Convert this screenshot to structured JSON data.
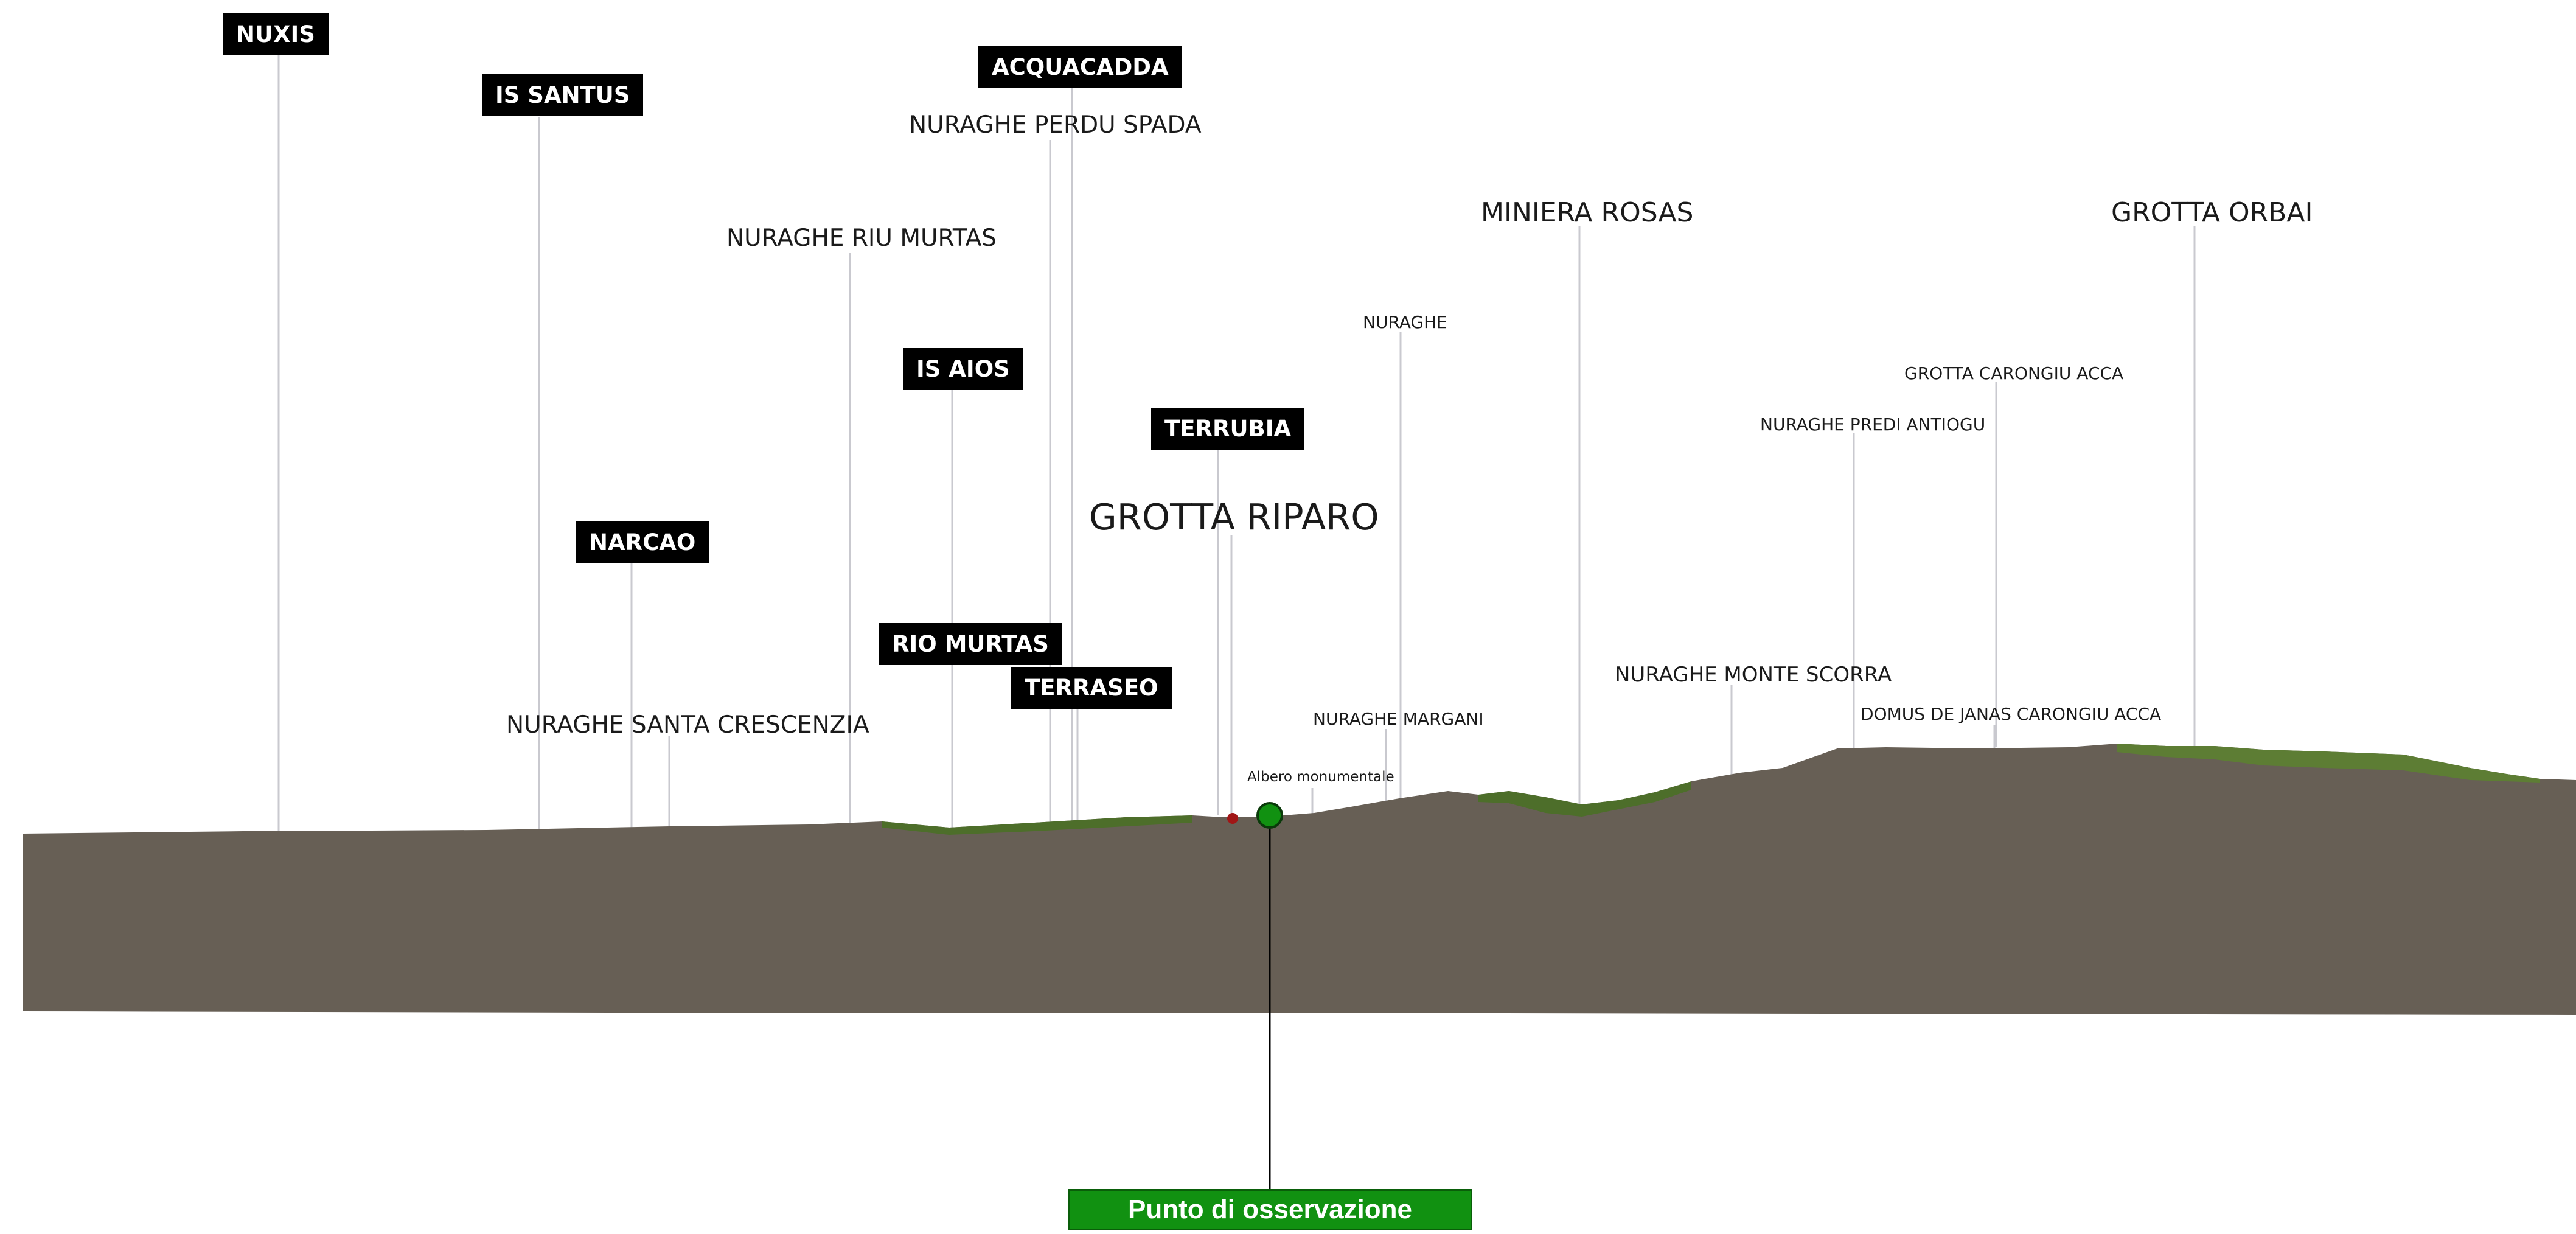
{
  "colors": {
    "terrain": "#675f55",
    "vegetation": "#4d6e2a",
    "observer": "#119111",
    "leader_lines": "#c9c9cf",
    "label_box": "#000000"
  },
  "towns": {
    "nuxis": "NUXIS",
    "is_santus": "IS SANTUS",
    "acquacadda": "ACQUACADDA",
    "is_aios": "IS AIOS",
    "terrubia": "TERRUBIA",
    "narcao": "NARCAO",
    "rio_murtas": "RIO MURTAS",
    "terraseo": "TERRASEO"
  },
  "sites": {
    "nuraghe_perdu_spada": "NURAGHE PERDU SPADA",
    "nuraghe_riu_murtas": "NURAGHE RIU MURTAS",
    "miniera_rosas": "MINIERA ROSAS",
    "grotta_orbai": "GROTTA ORBAI",
    "nuraghe": "NURAGHE",
    "grotta_carongiu_acca": "GROTTA CARONGIU ACCA",
    "nuraghe_predi_antiogu": "NURAGHE PREDI ANTIOGU",
    "grotta_riparo": "GROTTA RIPARO",
    "nuraghe_monte_scorra": "NURAGHE MONTE SCORRA",
    "nuraghe_margani": "NURAGHE MARGANI",
    "domus_de_janas_carongiu_acca": "DOMUS DE JANAS CARONGIU ACCA",
    "nuraghe_santa_crescenzia": "NURAGHE SANTA CRESCENZIA",
    "albero_monumentale": "Albero monumentale"
  },
  "observer": {
    "label": "Punto di osservazione"
  }
}
